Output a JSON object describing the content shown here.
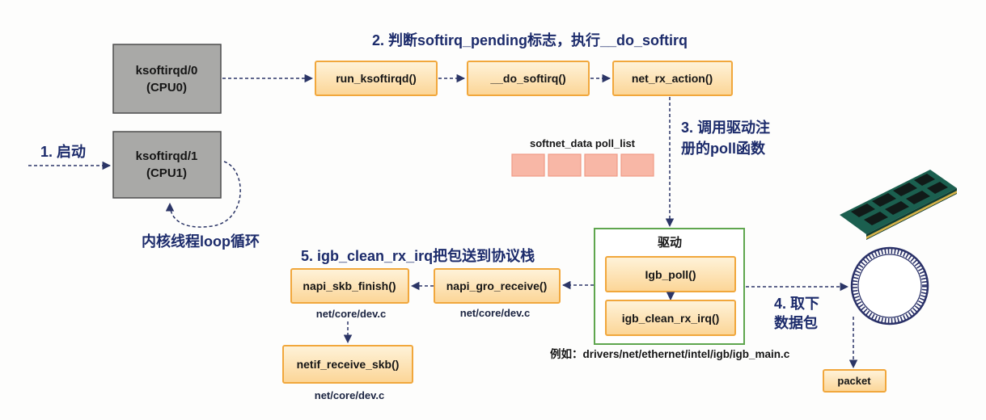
{
  "title": "2. 判断softirq_pending标志，执行__do_softirq",
  "threads": [
    {
      "name": "ksoftirqd/0",
      "cpu": "(CPU0)"
    },
    {
      "name": "ksoftirqd/1",
      "cpu": "(CPU1)"
    }
  ],
  "start_label": "1. 启动",
  "loop_label": "内核线程loop循环",
  "chain": [
    "run_ksoftirqd()",
    "__do_softirq()",
    "net_rx_action()"
  ],
  "step3_label": [
    "3. 调用驱动注",
    "册的poll函数"
  ],
  "poll_list_label": "softnet_data poll_list",
  "driver": {
    "label": "驱动",
    "poll": "Igb_poll()",
    "clean": "igb_clean_rx_irq()",
    "example": "例如：drivers/net/ethernet/intel/igb/igb_main.c"
  },
  "step4_label": [
    "4. 取下",
    "数据包"
  ],
  "packet": "packet",
  "step5_label": "5. igb_clean_rx_irq把包送到协议栈",
  "stack": [
    {
      "fn": "napi_gro_receive()",
      "file": "net/core/dev.c"
    },
    {
      "fn": "napi_skb_finish()",
      "file": "net/core/dev.c"
    },
    {
      "fn": "netif_receive_skb()",
      "file": "net/core/dev.c"
    }
  ],
  "colors": {
    "label-text": "#1c2b6b",
    "thread-box": "#a9a9a7",
    "function-box": "#fde0ab",
    "function-border": "#f1a73c",
    "poll-slot": "#f8b7a6",
    "driver-border": "#5fa64e",
    "arrow": "#2b3566"
  }
}
